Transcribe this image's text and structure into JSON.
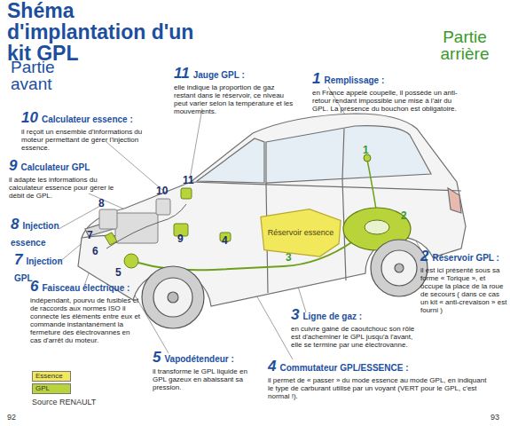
{
  "diagram": {
    "title": "Shéma d'implantation d'un kit GPL",
    "nodes": [
      {
        "text": [
          "Réservoir essence"
        ]
      }
    ],
    "labels": [
      "Partie avant",
      "Partie arrière",
      "11",
      "Jauge GPL :",
      "elle indique la proportion de gaz restant dans le réservoir, ce niveau peut varier selon la température et les mouvements.",
      "10",
      "Calculateur essence :",
      "il reçoit un ensemble d'informations du moteur permettant de gérer l'injection essence.",
      "9",
      "Calculateur GPL",
      "il adapte les informations du calculateur essence pour gérer le débit de GPL.",
      "8",
      "Injection essence",
      "7",
      "Injection GPL",
      "6",
      "Faisceau électrique :",
      "indépendant, pourvu de fusibles et de raccords aux normes ISO il connecte les éléments entre eux et commande instantanément la fermeture des électrovannes en cas d'arrêt du moteur.",
      "5",
      "Vapodétendeur :",
      "il transforme le GPL liquide en GPL gazeux en abaissant sa pression.",
      "4",
      "Commutateur GPL/ESSENCE :",
      "il permet de « passer » du mode essence au mode GPL, en indiquant le type de carburant utilisé par un voyant (VERT pour le GPL, c'est normal !).",
      "3",
      "Ligne de gaz :",
      "en cuivre gainé de caoutchouc son rôle est d'acheminer le GPL jusqu'à l'avant, elle se termine par une électrovanne.",
      "2",
      "Réservoir GPL :",
      "il est ici présenté sous sa forme « Torique », et occupe la place de la roue de secours ( dans ce cas un kit « anti-crevaison » est fourni )",
      "1",
      "Remplissage :",
      "en France appelé coupelle, il possède un anti-retour rendant impossible une mise à l'air du GPL. La présence du bouchon est obligatoire.",
      "1",
      "2",
      "3",
      "4",
      "5",
      "6",
      "7",
      "8",
      "9",
      "10",
      "11",
      "Source RENAULT",
      "92",
      "93"
    ],
    "legend": [
      {
        "text": "Essence",
        "color": "#f2e85c"
      },
      {
        "text": "GPL",
        "color": "#b8d43a"
      }
    ]
  }
}
